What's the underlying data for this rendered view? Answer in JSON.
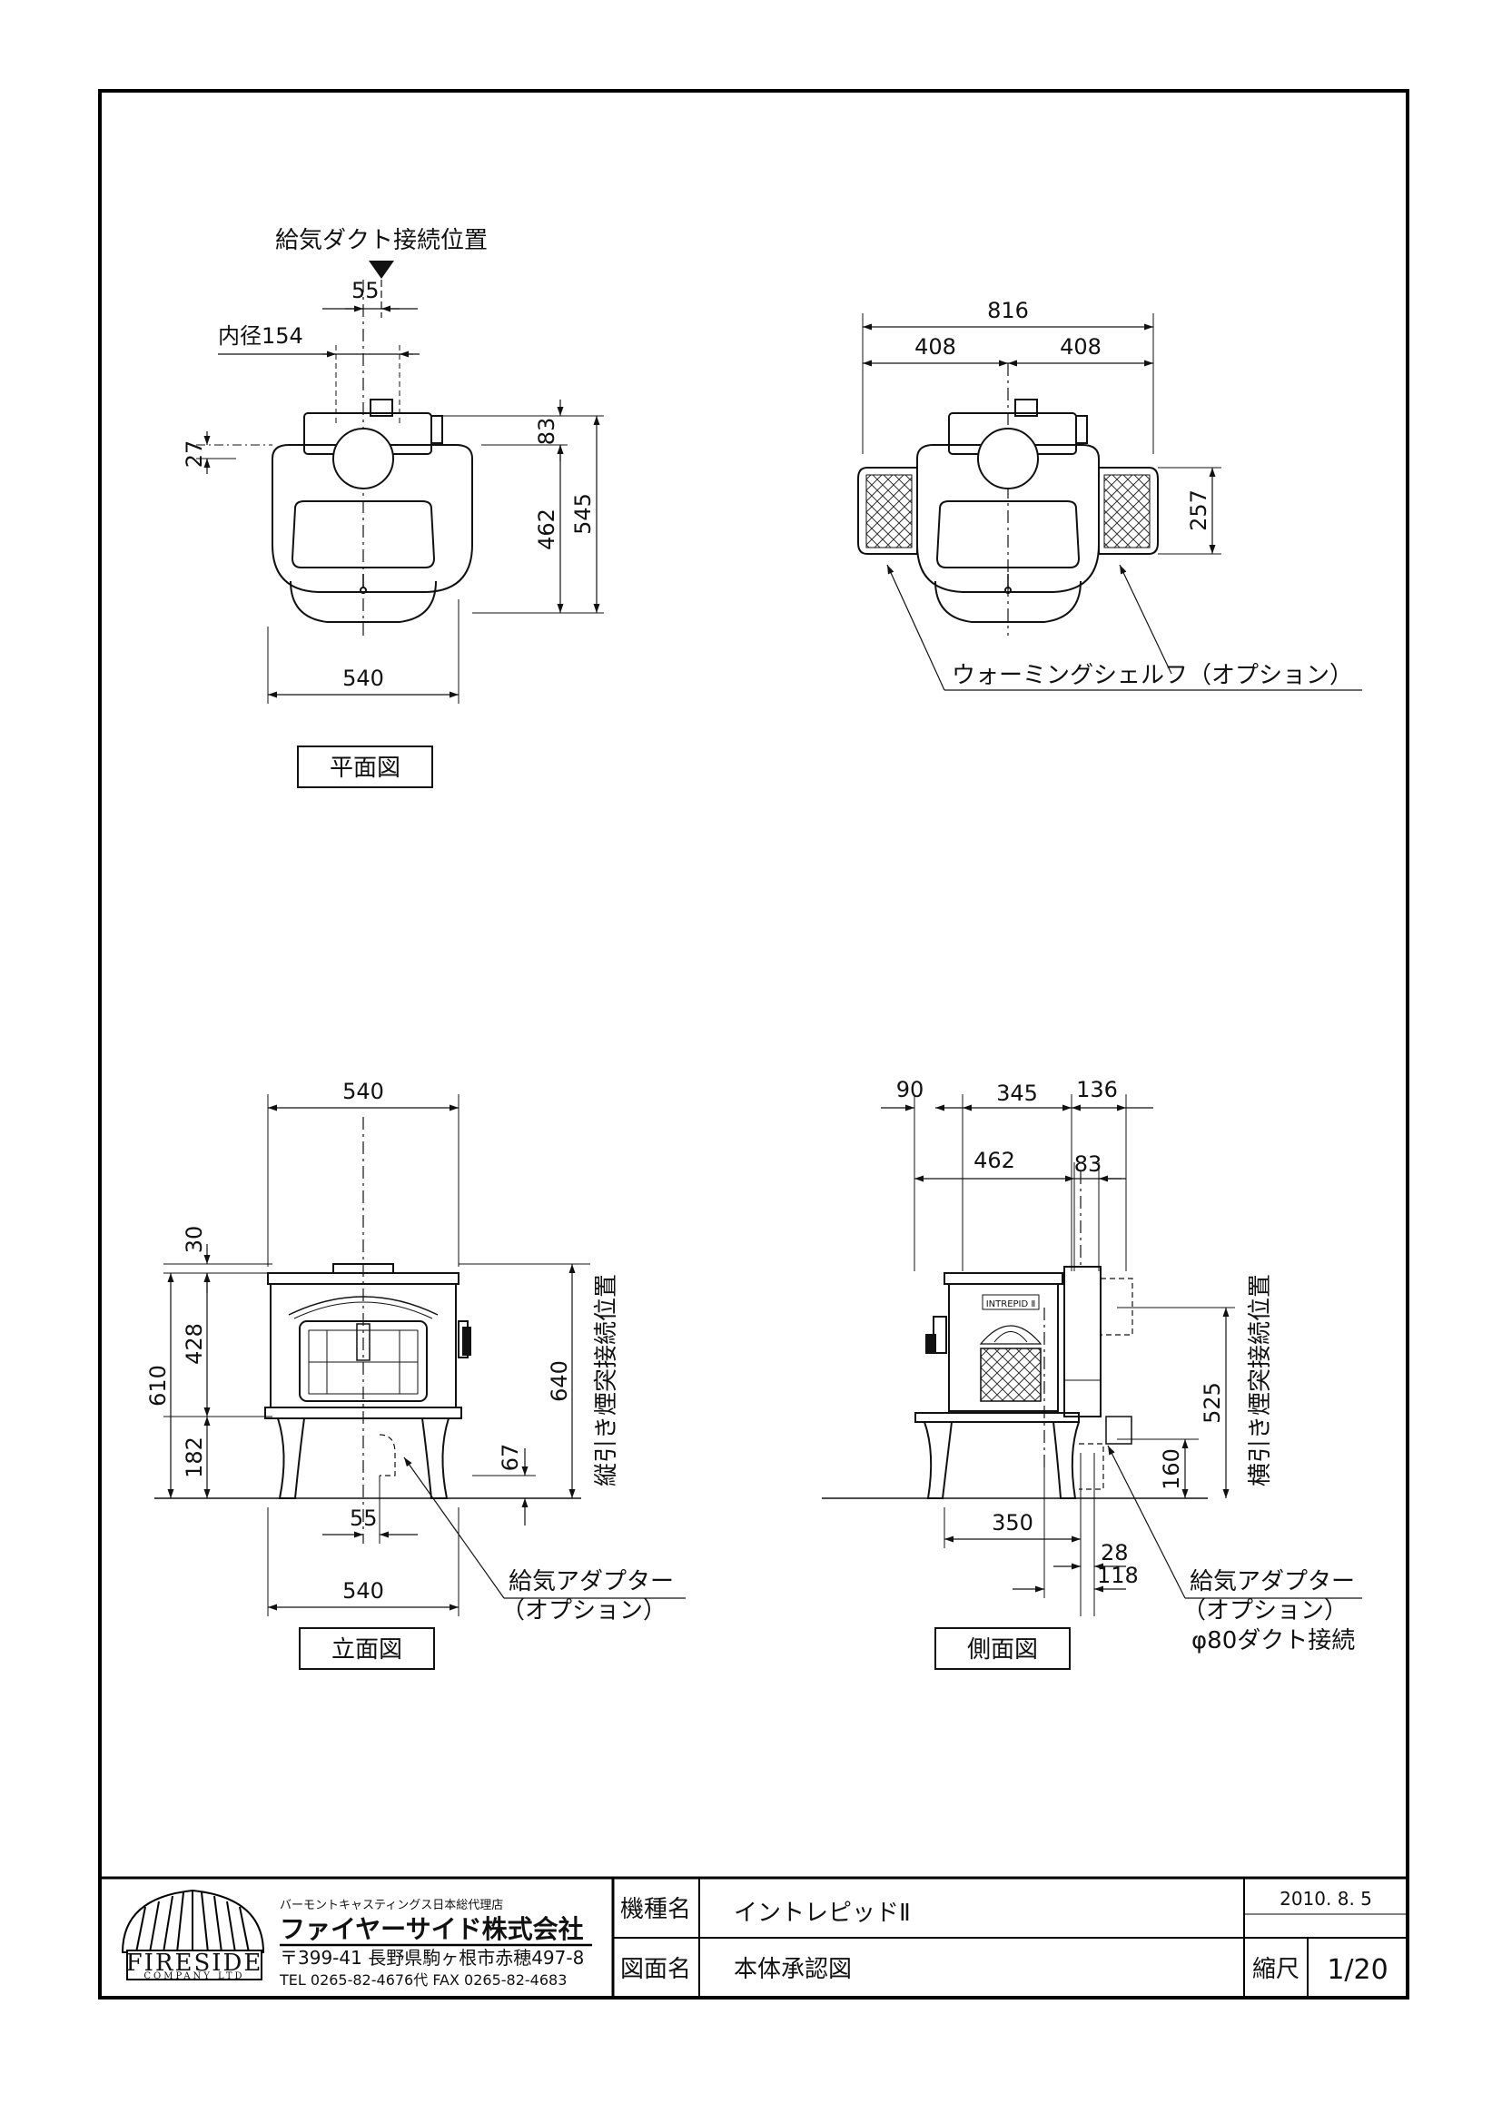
{
  "plan_view": {
    "title": "平面図",
    "supply_duct_label": "給気ダクト接続位置",
    "dim_55": "55",
    "inner_dia": "内径154",
    "dim_27": "27",
    "dim_83": "83",
    "dim_462": "462",
    "dim_545": "545",
    "dim_540": "540"
  },
  "plan_option_view": {
    "dim_816": "816",
    "dim_408_left": "408",
    "dim_408_right": "408",
    "dim_257": "257",
    "warming_shelf": "ウォーミングシェルフ（オプション）"
  },
  "front_view": {
    "title": "立面図",
    "dim_540_top": "540",
    "dim_30": "30",
    "dim_610": "610",
    "dim_428": "428",
    "dim_182": "182",
    "dim_640": "640",
    "dim_67": "67",
    "dim_55": "55",
    "dim_540_bottom": "540",
    "vertical_flue": "縦引き煙突接続位置",
    "adapter_1": "給気アダプター",
    "adapter_2": "（オプション）"
  },
  "side_view": {
    "title": "側面図",
    "dim_90": "90",
    "dim_345": "345",
    "dim_136": "136",
    "dim_462": "462",
    "dim_83": "83",
    "dim_525": "525",
    "dim_160": "160",
    "dim_350": "350",
    "dim_28": "28",
    "dim_118": "118",
    "nameplate": "INTREPID Ⅱ",
    "horizontal_flue": "横引き煙突接続位置",
    "adapter_1": "給気アダプター",
    "adapter_2": "（オプション）",
    "adapter_3": "φ80ダクト接続"
  },
  "title_block": {
    "agency": "バーモントキャスティングス日本総代理店",
    "company": "ファイヤーサイド株式会社",
    "address": "〒399-41 長野県駒ヶ根市赤穂497-8",
    "tel": "TEL 0265-82-4676代 FAX 0265-82-4683",
    "logo_brand": "FIRESIDE",
    "logo_sub": "COMPANY LTD",
    "model_label": "機種名",
    "model_value": "イントレピッドⅡ",
    "drawing_label": "図面名",
    "drawing_value": "本体承認図",
    "date": "2010. 8. 5",
    "scale_label": "縮尺",
    "scale_value": "1/20"
  }
}
